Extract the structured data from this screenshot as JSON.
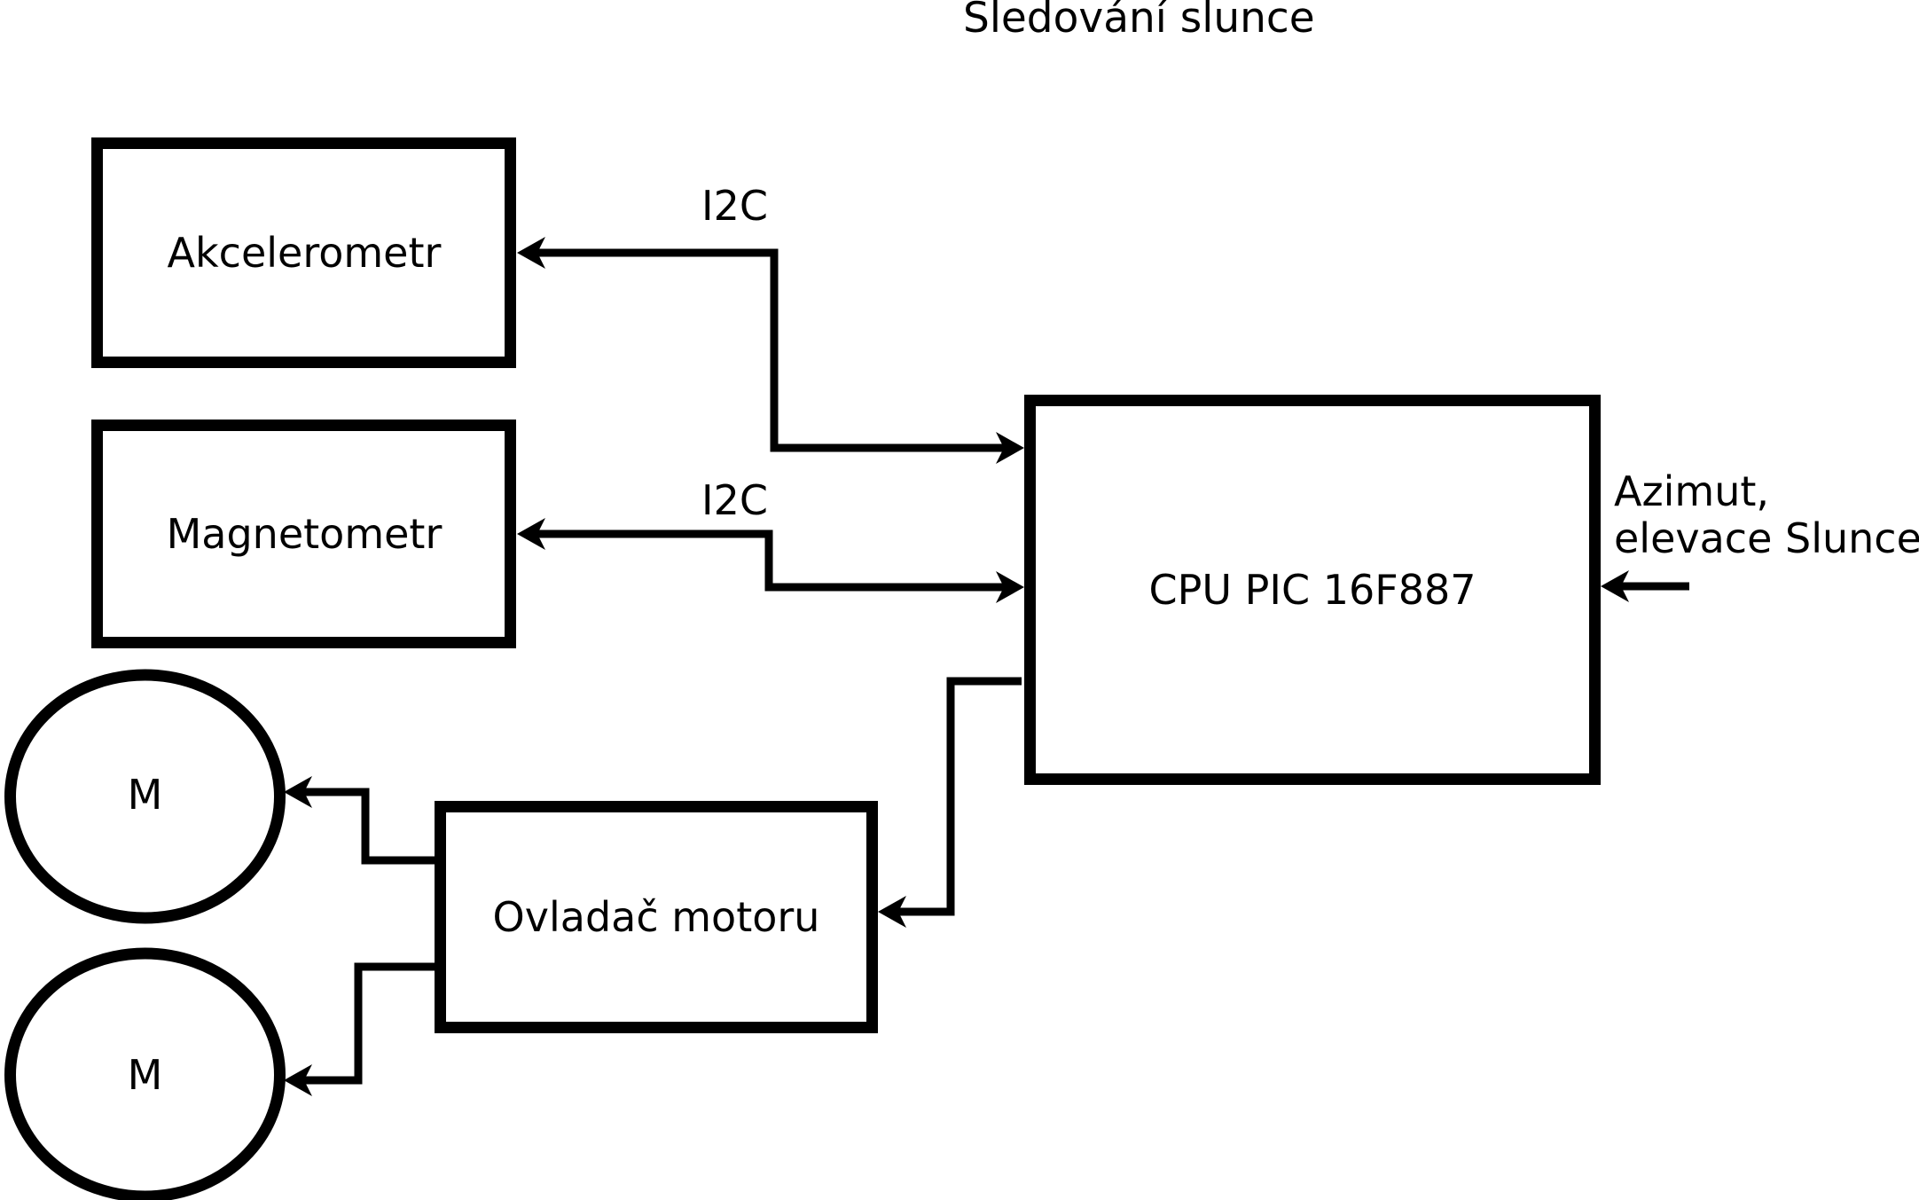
{
  "title": "Sledování slunce",
  "boxes": {
    "akcelerometr": "Akcelerometr",
    "magnetometr": "Magnetometr",
    "cpu": "CPU PIC 16F887",
    "motor_driver": "Ovladač motoru"
  },
  "motors": {
    "motor1": "M",
    "motor2": "M"
  },
  "bus_labels": {
    "i2c_top": "I2C",
    "i2c_bottom": "I2C"
  },
  "input_label": {
    "line1": "Azimut,",
    "line2": "elevace Slunce"
  },
  "colors": {
    "stroke": "#000000",
    "background": "#ffffff"
  }
}
